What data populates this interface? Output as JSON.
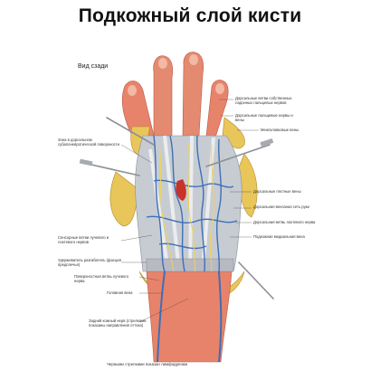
{
  "title": "Подкожный слой кисти",
  "subtitle": "Вид сзади",
  "labels_right": [
    "Дорсальные ветви собственных ладонных пальцевых нервов",
    "Дорсальные пальцевые нервы и вены",
    "Межголовковые вены",
    "Дорсальные пястные вены",
    "Дорсальная венозная сеть руки",
    "Дорсальная ветвь локтевого нерва",
    "Подкожная медиальная вена"
  ],
  "labels_left": [
    "Зона в дорсальном субапоневротической поверхности",
    "Сенсорные ветви лучевого и локтевого нервов",
    "Удерживатель разгибатель (фасция предплечья)",
    "Поверхностная ветвь лучевого нерва",
    "Головная вена",
    "Задний кожный нерв (стрелками показаны направления оттока)"
  ],
  "footnote": "Черными стрелками показан лимфодренаж"
}
